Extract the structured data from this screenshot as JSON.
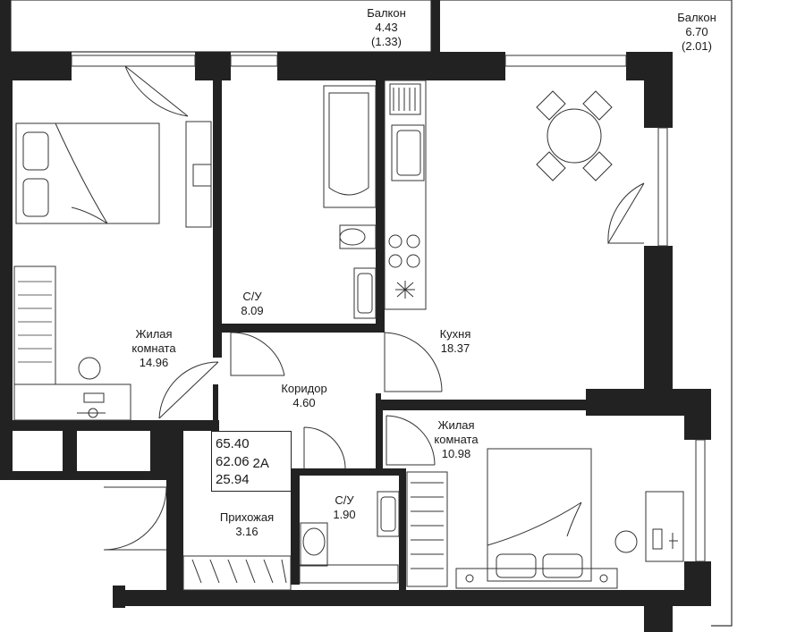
{
  "rooms": {
    "balcony_left": {
      "name": "Балкон",
      "area": "4.43",
      "area_coef": "(1.33)"
    },
    "balcony_right": {
      "name": "Балкон",
      "area": "6.70",
      "area_coef": "(2.01)"
    },
    "bathroom_main": {
      "name": "С/У",
      "area": "8.09"
    },
    "living_room_left": {
      "name_line1": "Жилая",
      "name_line2": "комната",
      "area": "14.96"
    },
    "kitchen": {
      "name": "Кухня",
      "area": "18.37"
    },
    "corridor": {
      "name": "Коридор",
      "area": "4.60"
    },
    "living_room_right": {
      "name_line1": "Жилая",
      "name_line2": "комната",
      "area": "10.98"
    },
    "bathroom_small": {
      "name": "С/У",
      "area": "1.90"
    },
    "hallway": {
      "name": "Прихожая",
      "area": "3.16"
    }
  },
  "summary": {
    "total_area": "65.40",
    "living_area_total": "62.06",
    "living_area": "25.94",
    "apartment_type": "2А"
  },
  "colors": {
    "wall": "#222222",
    "line": "#333333",
    "background": "#ffffff"
  }
}
